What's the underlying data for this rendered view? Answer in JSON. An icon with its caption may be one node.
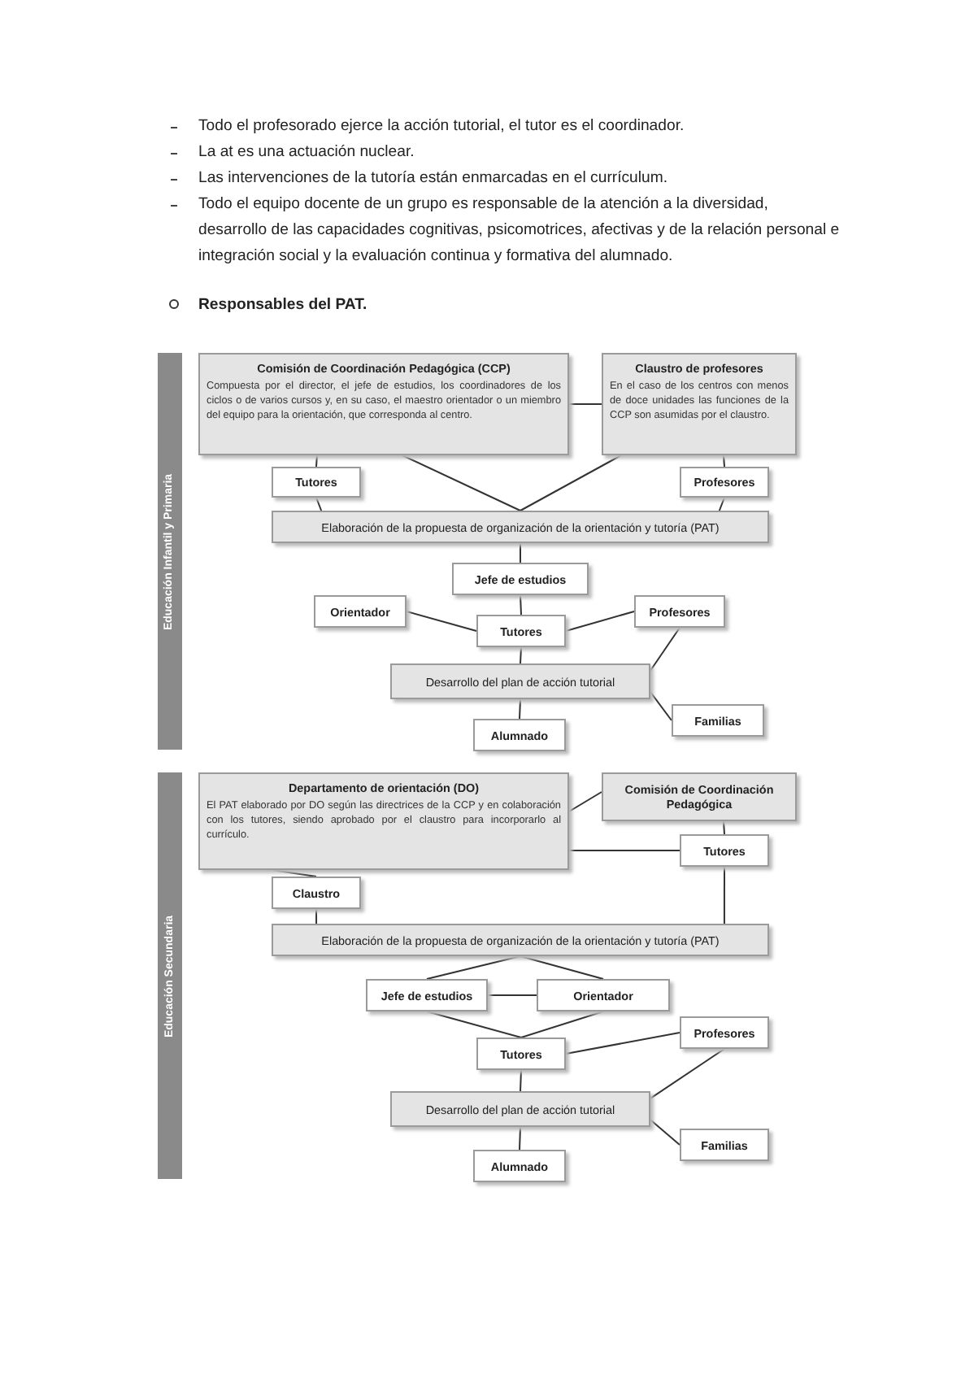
{
  "diagram": {
    "nodes": [
      {
        "text": [
          "Educación Infantil y Primaria"
        ]
      },
      {
        "text": [
          "Comisión de Coordinación Pedagógica (CCP)",
          "Compuesta por el director, el jefe de estudios, los coordinadores de los ciclos o de varios cursos y, en su caso, el maestro orientador o un miembro del equipo para la orientación, que corresponda al centro."
        ]
      },
      {
        "text": [
          "Claustro de profesores",
          "En el caso de los centros con menos de doce unidades las funciones de la CCP son asumidas por el claustro."
        ]
      },
      {
        "text": [
          "Tutores"
        ]
      },
      {
        "text": [
          "Profesores"
        ]
      },
      {
        "text": [
          "Elaboración de la propuesta de organización de la orientación y tutoría (PAT)"
        ]
      },
      {
        "text": [
          "Jefe de estudios"
        ]
      },
      {
        "text": [
          "Orientador"
        ]
      },
      {
        "text": [
          "Tutores"
        ]
      },
      {
        "text": [
          "Profesores"
        ]
      },
      {
        "text": [
          "Desarrollo del plan de acción tutorial"
        ]
      },
      {
        "text": [
          "Alumnado"
        ]
      },
      {
        "text": [
          "Familias"
        ]
      },
      {
        "text": [
          "Educación Secundaria"
        ]
      },
      {
        "text": [
          "Departamento de orientación (DO)",
          "El PAT elaborado por DO según las directrices de la CCP y en colaboración con los tutores, siendo aprobado por el claustro para incorporarlo al currículo."
        ]
      },
      {
        "text": [
          "Comisión de Coordinación Pedagógica"
        ]
      },
      {
        "text": [
          "Tutores"
        ]
      },
      {
        "text": [
          "Claustro"
        ]
      },
      {
        "text": [
          "Elaboración de la propuesta de organización de la orientación y tutoría (PAT)"
        ]
      },
      {
        "text": [
          "Jefe de estudios"
        ]
      },
      {
        "text": [
          "Orientador"
        ]
      },
      {
        "text": [
          "Tutores"
        ]
      },
      {
        "text": [
          "Profesores"
        ]
      },
      {
        "text": [
          "Desarrollo del plan de acción tutorial"
        ]
      },
      {
        "text": [
          "Alumnado"
        ]
      },
      {
        "text": [
          "Familias"
        ]
      }
    ],
    "edges": [
      {
        "from": 1,
        "to": 2,
        "arrow": "none"
      },
      {
        "from": 1,
        "to": 3,
        "arrow": "none"
      },
      {
        "from": 1,
        "to": 5,
        "arrow": "none"
      },
      {
        "from": 2,
        "to": 5,
        "arrow": "none"
      },
      {
        "from": 2,
        "to": 4,
        "arrow": "none"
      },
      {
        "from": 3,
        "to": 5,
        "arrow": "none"
      },
      {
        "from": 4,
        "to": 5,
        "arrow": "none"
      },
      {
        "from": 5,
        "to": 6,
        "arrow": "none"
      },
      {
        "from": 6,
        "to": 8,
        "arrow": "none"
      },
      {
        "from": 7,
        "to": 8,
        "arrow": "none"
      },
      {
        "from": 9,
        "to": 8,
        "arrow": "none"
      },
      {
        "from": 9,
        "to": 10,
        "arrow": "none"
      },
      {
        "from": 8,
        "to": 10,
        "arrow": "none"
      },
      {
        "from": 10,
        "to": 11,
        "arrow": "none"
      },
      {
        "from": 10,
        "to": 12,
        "arrow": "none"
      },
      {
        "from": 14,
        "to": 15,
        "arrow": "none"
      },
      {
        "from": 14,
        "to": 16,
        "arrow": "none"
      },
      {
        "from": 15,
        "to": 16,
        "arrow": "none"
      },
      {
        "from": 14,
        "to": 17,
        "arrow": "none"
      },
      {
        "from": 17,
        "to": 18,
        "arrow": "none"
      },
      {
        "from": 16,
        "to": 18,
        "arrow": "none"
      },
      {
        "from": 18,
        "to": 19,
        "arrow": "none"
      },
      {
        "from": 18,
        "to": 20,
        "arrow": "none"
      },
      {
        "from": 19,
        "to": 20,
        "arrow": "none"
      },
      {
        "from": 19,
        "to": 21,
        "arrow": "none"
      },
      {
        "from": 20,
        "to": 21,
        "arrow": "none"
      },
      {
        "from": 22,
        "to": 21,
        "arrow": "none"
      },
      {
        "from": 22,
        "to": 23,
        "arrow": "none"
      },
      {
        "from": 21,
        "to": 23,
        "arrow": "none"
      },
      {
        "from": 23,
        "to": 24,
        "arrow": "none"
      },
      {
        "from": 23,
        "to": 25,
        "arrow": "none"
      }
    ],
    "labels": [
      "Todo el profesorado ejerce la acción tutorial, el tutor es el coordinador.",
      "La at es una actuación nuclear.",
      "Las intervenciones de la tutoría están enmarcadas en el currículum.",
      "Todo el equipo docente de un grupo es responsable de la atención a la diversidad, desarrollo de las capacidades cognitivas, psicomotrices, afectivas y de la relación personal e integración social y la evaluación continua y formativa del alumnado.",
      "Responsables del PAT."
    ]
  }
}
